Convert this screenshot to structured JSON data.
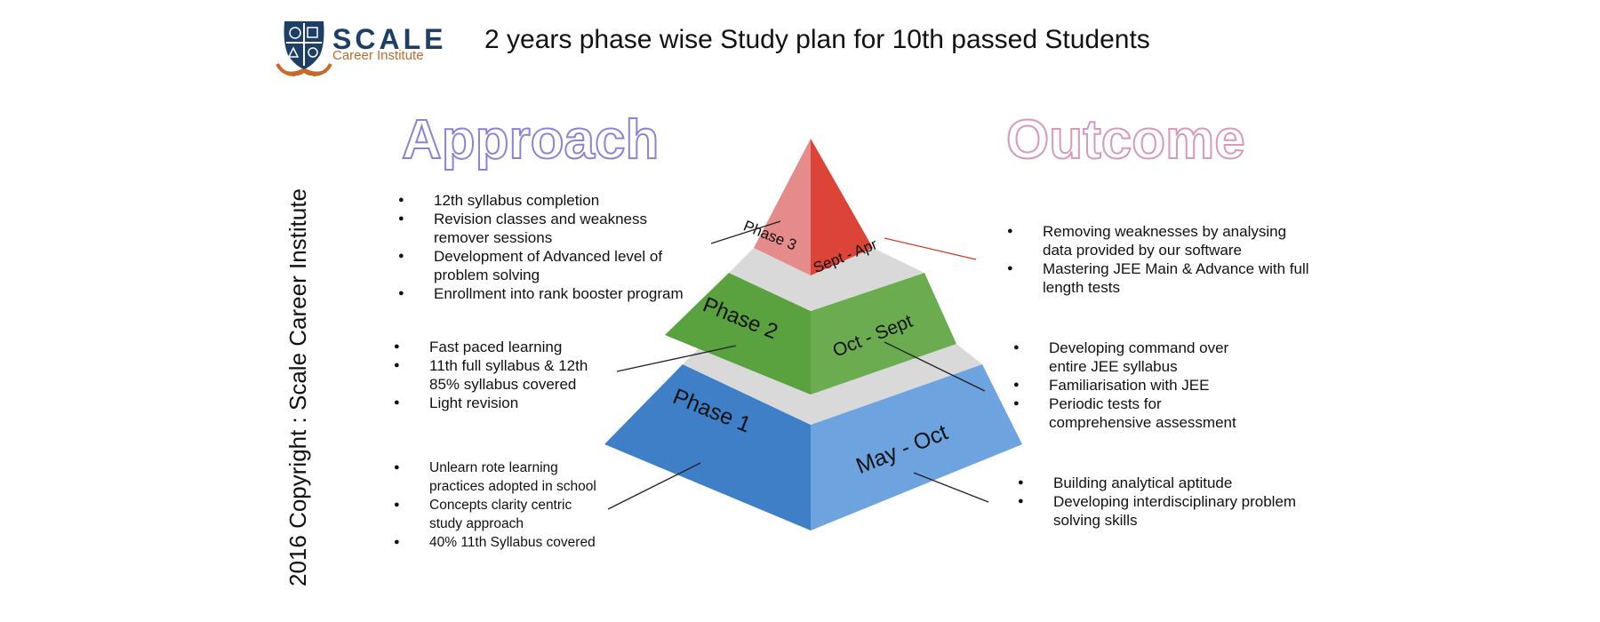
{
  "header": {
    "title": "2 years phase wise Study plan for 10th passed Students",
    "logo": {
      "word": "SCALE",
      "sub": "Career Institute"
    }
  },
  "copyright": "2016 Copyright : Scale Career Institute",
  "approach": {
    "heading": "Approach",
    "phase3_items": [
      "12th syllabus completion",
      "Revision classes and weakness remover sessions",
      "Development of Advanced level of problem solving",
      "Enrollment into rank booster program"
    ],
    "phase2_items": [
      "Fast paced learning",
      "11th full syllabus & 12th 85% syllabus covered",
      "Light revision"
    ],
    "phase1_items": [
      "Unlearn rote learning practices adopted in school",
      "Concepts clarity centric study approach",
      "40% 11th Syllabus covered"
    ]
  },
  "outcome": {
    "heading": "Outcome",
    "phase3_items": [
      "Removing weaknesses by analysing data provided by our software",
      "Mastering JEE Main & Advance with full length tests"
    ],
    "phase2_items": [
      "Developing command over entire JEE syllabus",
      "Familiarisation with JEE",
      "Periodic tests for comprehensive assessment"
    ],
    "phase1_items": [
      "Building analytical aptitude",
      "Developing interdisciplinary problem solving skills"
    ]
  },
  "pyramid": {
    "phase3": {
      "label": "Phase 3",
      "period": "Sept - Apr"
    },
    "phase2": {
      "label": "Phase 2",
      "period": "Oct - Sept"
    },
    "phase1": {
      "label": "Phase 1",
      "period": "May - Oct"
    },
    "colors": {
      "phase3_left": "#e58b8b",
      "phase3_right": "#dc4437",
      "phase2_left": "#5aa140",
      "phase2_right": "#6aac4f",
      "phase1_left": "#3f7fc7",
      "phase1_right": "#6da3de",
      "gap": "#d9d9d9"
    }
  }
}
